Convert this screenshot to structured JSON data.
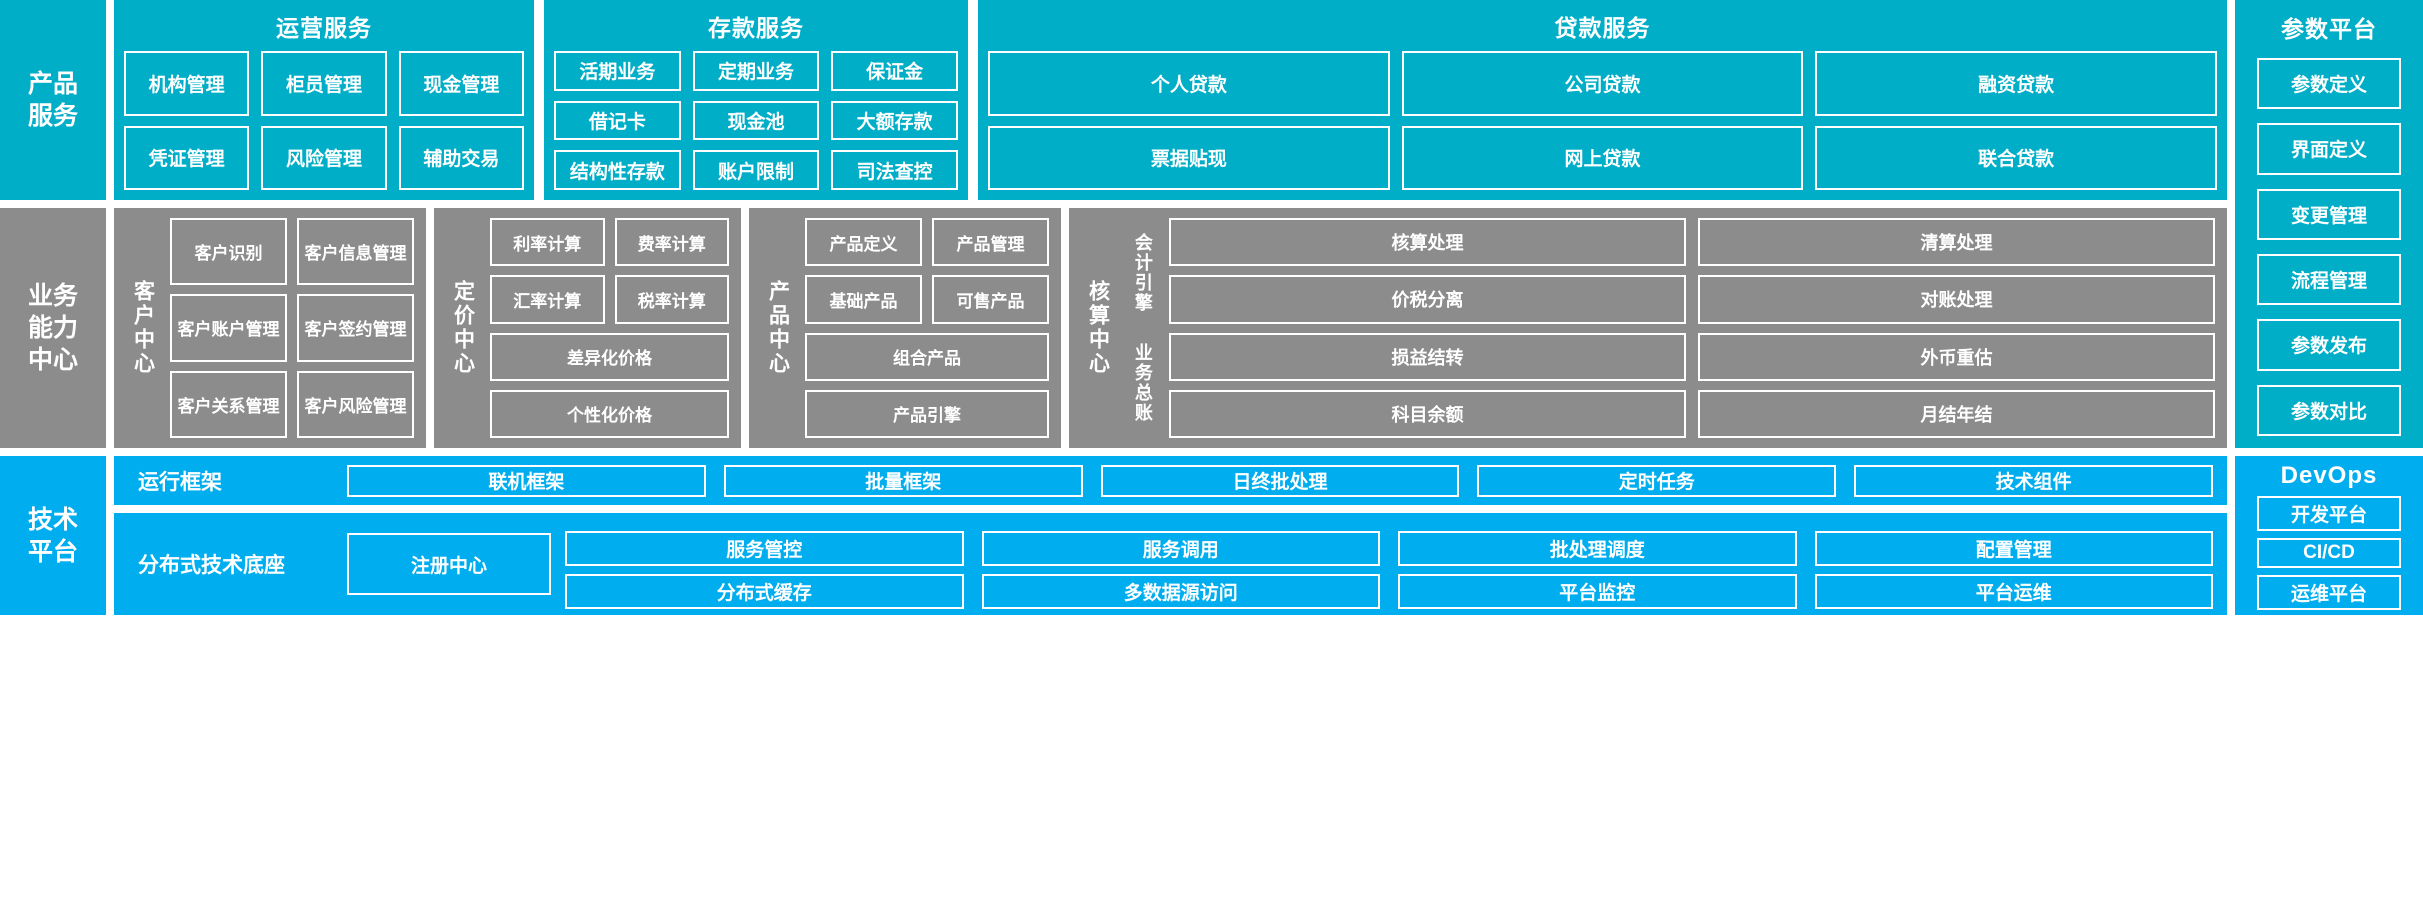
{
  "bands": {
    "product_service": "产品\n服务",
    "business_capability": "业务\n能力\n中心",
    "tech_platform": "技术\n平台"
  },
  "product_service_row": {
    "groups": [
      {
        "title": "运营服务",
        "tiles": [
          "机构管理",
          "柜员管理",
          "现金管理",
          "凭证管理",
          "风险管理",
          "辅助交易"
        ]
      },
      {
        "title": "存款服务",
        "tiles": [
          "活期业务",
          "定期业务",
          "保证金",
          "借记卡",
          "现金池",
          "大额存款",
          "结构性存款",
          "账户限制",
          "司法查控"
        ]
      },
      {
        "title": "贷款服务",
        "tiles": [
          "个人贷款",
          "公司贷款",
          "融资贷款",
          "票据贴现",
          "网上贷款",
          "联合贷款"
        ]
      }
    ],
    "rail": {
      "title": "参数平台",
      "tiles": [
        "参数定义",
        "界面定义",
        "变更管理",
        "流程管理",
        "参数发布",
        "参数对比"
      ]
    }
  },
  "business_capability_row": {
    "centers": [
      {
        "label": "客户中心",
        "tiles": [
          "客户识别",
          "客户信息管理",
          "客户账户管理",
          "客户签约管理",
          "客户关系管理",
          "客户风险管理"
        ]
      },
      {
        "label": "定价中心",
        "tiles": [
          "利率计算",
          "费率计算",
          "汇率计算",
          "税率计算",
          "差异化价格",
          "个性化价格"
        ]
      },
      {
        "label": "产品中心",
        "tiles": [
          "产品定义",
          "产品管理",
          "基础产品",
          "可售产品",
          "组合产品",
          "产品引擎"
        ]
      },
      {
        "label": "核算中心",
        "sub_labels": [
          "会计引擎",
          "业务总账"
        ],
        "tiles": [
          "核算处理",
          "清算处理",
          "价税分离",
          "对账处理",
          "损益结转",
          "外币重估",
          "科目余额",
          "月结年结"
        ]
      }
    ]
  },
  "tech_platform_row": {
    "run_framework": {
      "label": "运行框架",
      "tiles": [
        "联机框架",
        "批量框架",
        "日终批处理",
        "定时任务",
        "技术组件"
      ]
    },
    "distributed_base": {
      "label": "分布式技术底座",
      "register": "注册中心",
      "tiles": [
        "服务管控",
        "服务调用",
        "批处理调度",
        "配置管理",
        "分布式缓存",
        "多数据源访问",
        "平台监控",
        "平台运维"
      ]
    },
    "devops": {
      "title": "DevOps",
      "tiles": [
        "开发平台",
        "CI/CD",
        "运维平台"
      ]
    }
  },
  "colors": {
    "teal": "#00AEC7",
    "gray": "#8C8C8C",
    "blue": "#00AEEF",
    "tile_border": "#FFFFFF",
    "text": "#FFFFFF",
    "background": "#FFFFFF"
  }
}
